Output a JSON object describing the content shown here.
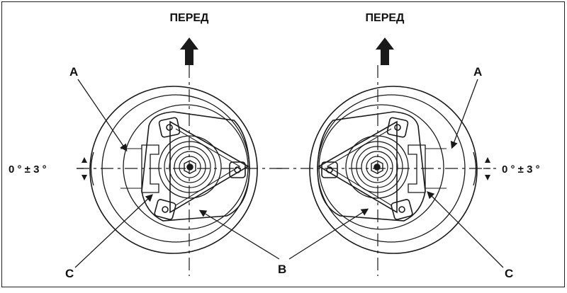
{
  "labels": {
    "front_left": "ПЕРЕД",
    "front_right": "ПЕРЕД",
    "a_left": "A",
    "a_right": "A",
    "b": "B",
    "c_left": "C",
    "c_right": "C",
    "angle_left": "0 ° ± 3 °",
    "angle_right": "0 ° ± 3 °"
  },
  "colors": {
    "line": "#1a1a1a",
    "background": "#ffffff"
  }
}
